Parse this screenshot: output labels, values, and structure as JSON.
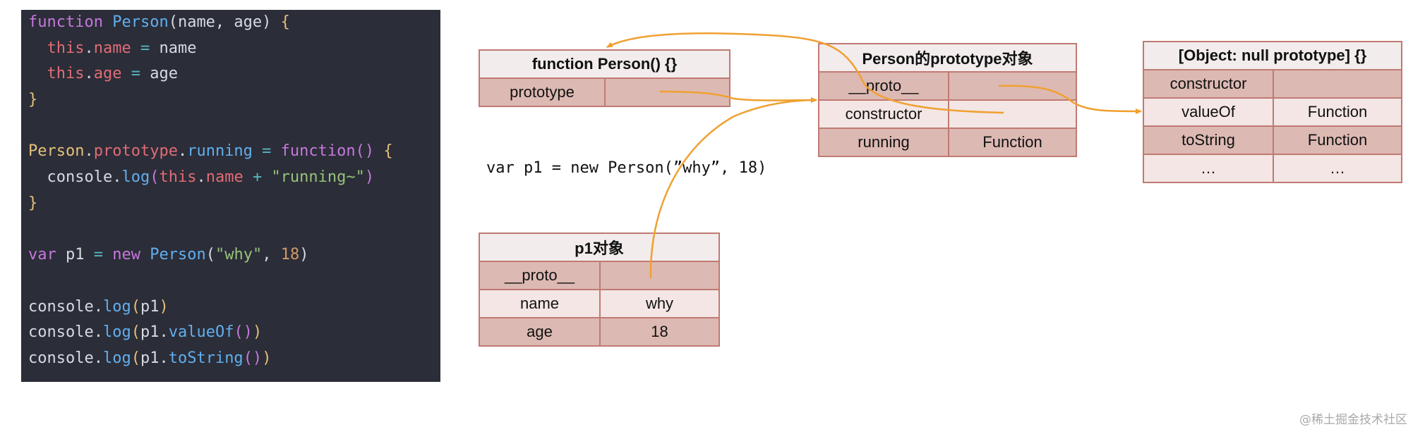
{
  "code": {
    "lines": [
      [
        [
          "kw",
          "function"
        ],
        [
          "plain",
          " "
        ],
        [
          "fn",
          "Person"
        ],
        [
          "plain",
          "(name, age) "
        ],
        [
          "br",
          "{"
        ]
      ],
      [
        [
          "guide",
          "  "
        ],
        [
          "this",
          "this"
        ],
        [
          "plain",
          "."
        ],
        [
          "prop",
          "name"
        ],
        [
          "plain",
          " "
        ],
        [
          "op",
          "="
        ],
        [
          "plain",
          " name"
        ]
      ],
      [
        [
          "guide",
          "  "
        ],
        [
          "this",
          "this"
        ],
        [
          "plain",
          "."
        ],
        [
          "prop",
          "age"
        ],
        [
          "plain",
          " "
        ],
        [
          "op",
          "="
        ],
        [
          "plain",
          " age"
        ]
      ],
      [
        [
          "br",
          "}"
        ]
      ],
      [
        [
          "plain",
          ""
        ]
      ],
      [
        [
          "cls",
          "Person"
        ],
        [
          "plain",
          "."
        ],
        [
          "prop",
          "prototype"
        ],
        [
          "plain",
          "."
        ],
        [
          "fn",
          "running"
        ],
        [
          "plain",
          " "
        ],
        [
          "op",
          "="
        ],
        [
          "plain",
          " "
        ],
        [
          "kw",
          "function"
        ],
        [
          "par2",
          "()"
        ],
        [
          "plain",
          " "
        ],
        [
          "br",
          "{"
        ]
      ],
      [
        [
          "guide",
          "  "
        ],
        [
          "plain",
          "console."
        ],
        [
          "fn",
          "log"
        ],
        [
          "par2",
          "("
        ],
        [
          "this",
          "this"
        ],
        [
          "plain",
          "."
        ],
        [
          "prop",
          "name"
        ],
        [
          "plain",
          " "
        ],
        [
          "op",
          "+"
        ],
        [
          "plain",
          " "
        ],
        [
          "str",
          "\"running~\""
        ],
        [
          "par2",
          ")"
        ]
      ],
      [
        [
          "br",
          "}"
        ]
      ],
      [
        [
          "plain",
          ""
        ]
      ],
      [
        [
          "kw",
          "var"
        ],
        [
          "plain",
          " p1 "
        ],
        [
          "op",
          "="
        ],
        [
          "plain",
          " "
        ],
        [
          "kw",
          "new"
        ],
        [
          "plain",
          " "
        ],
        [
          "fn",
          "Person"
        ],
        [
          "plain",
          "("
        ],
        [
          "str",
          "\"why\""
        ],
        [
          "plain",
          ", "
        ],
        [
          "num",
          "18"
        ],
        [
          "plain",
          ")"
        ]
      ],
      [
        [
          "plain",
          ""
        ]
      ],
      [
        [
          "plain",
          "console."
        ],
        [
          "fn",
          "log"
        ],
        [
          "br",
          "("
        ],
        [
          "plain",
          "p1"
        ],
        [
          "br",
          ")"
        ]
      ],
      [
        [
          "plain",
          "console."
        ],
        [
          "fn",
          "log"
        ],
        [
          "br",
          "("
        ],
        [
          "plain",
          "p1."
        ],
        [
          "fn",
          "valueOf"
        ],
        [
          "par2",
          "()"
        ],
        [
          "br",
          ")"
        ]
      ],
      [
        [
          "plain",
          "console."
        ],
        [
          "fn",
          "log"
        ],
        [
          "br",
          "("
        ],
        [
          "plain",
          "p1."
        ],
        [
          "fn",
          "toString"
        ],
        [
          "par2",
          "()"
        ],
        [
          "br",
          ")"
        ]
      ]
    ]
  },
  "person_fn_table": {
    "title": "function Person() {}",
    "rows": [
      {
        "key": "prototype",
        "value": ""
      }
    ]
  },
  "proto_table": {
    "title": "Person的prototype对象",
    "rows": [
      {
        "key": "__proto__",
        "value": ""
      },
      {
        "key": "constructor",
        "value": ""
      },
      {
        "key": "running",
        "value": "Function"
      }
    ]
  },
  "null_proto_table": {
    "title": "[Object: null prototype] {}",
    "rows": [
      {
        "key": "constructor",
        "value": ""
      },
      {
        "key": "valueOf",
        "value": "Function"
      },
      {
        "key": "toString",
        "value": "Function"
      },
      {
        "key": "…",
        "value": "…"
      }
    ]
  },
  "p1_table": {
    "title": "p1对象",
    "rows": [
      {
        "key": "__proto__",
        "value": ""
      },
      {
        "key": "name",
        "value": "why"
      },
      {
        "key": "age",
        "value": "18"
      }
    ]
  },
  "diagram_code": "var p1 = new Person(”why”, 18)",
  "watermark": "@稀土掘金技术社区",
  "colors": {
    "arrow": "#f0a030",
    "code_bg": "#2b2d38",
    "cell_border": "#c07a72",
    "cell_fill": "#ddb9b3",
    "header_fill": "#f2ecec"
  }
}
